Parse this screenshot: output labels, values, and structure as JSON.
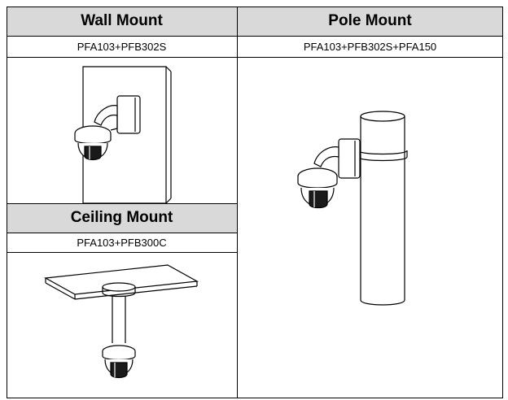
{
  "table": {
    "wall": {
      "title": "Wall Mount",
      "model": "PFA103+PFB302S"
    },
    "pole": {
      "title": "Pole Mount",
      "model": "PFA103+PFB302S+PFA150"
    },
    "ceiling": {
      "title": "Ceiling Mount",
      "model": "PFA103+PFB300C"
    }
  },
  "colors": {
    "header_bg": "#d9d9d9",
    "line": "#000000",
    "dome_dark": "#1a1a1a"
  }
}
